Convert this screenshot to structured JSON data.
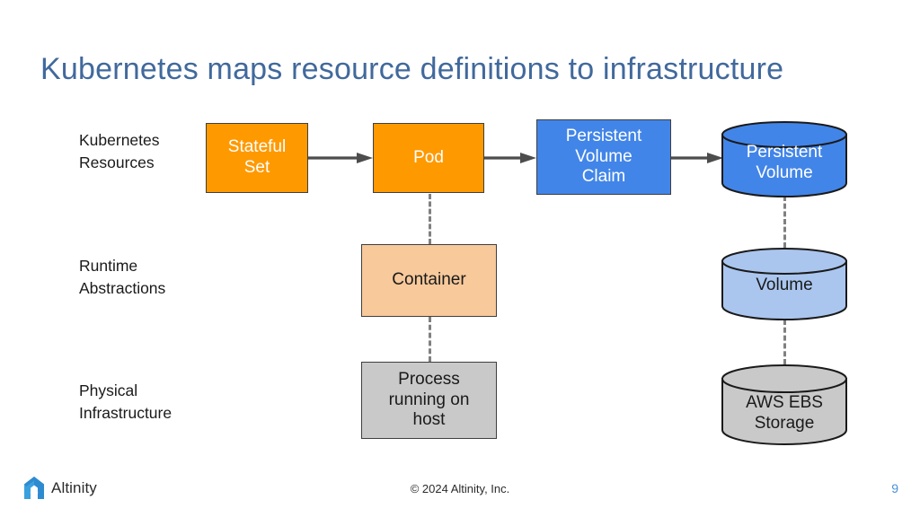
{
  "slide": {
    "title": "Kubernetes maps resource definitions to infrastructure",
    "title_color": "#41699c",
    "background": "#ffffff"
  },
  "row_labels": [
    {
      "text": "Kubernetes\nResources"
    },
    {
      "text": "Runtime\nAbstractions"
    },
    {
      "text": "Physical\nInfrastructure"
    }
  ],
  "nodes": {
    "stateful_set": {
      "label": "Stateful\nSet",
      "fill": "#ff9900",
      "text_color": "#ffffff",
      "shape": "box"
    },
    "pod": {
      "label": "Pod",
      "fill": "#ff9900",
      "text_color": "#ffffff",
      "shape": "box"
    },
    "pvc": {
      "label": "Persistent\nVolume\nClaim",
      "fill": "#4285e8",
      "text_color": "#ffffff",
      "shape": "box"
    },
    "persistent_volume": {
      "label": "Persistent\nVolume",
      "fill": "#4285e8",
      "text_color": "#ffffff",
      "shape": "cylinder"
    },
    "container": {
      "label": "Container",
      "fill": "#f7c99b",
      "text_color": "#1a1a1a",
      "shape": "box"
    },
    "volume": {
      "label": "Volume",
      "fill": "#aac6ef",
      "text_color": "#1a1a1a",
      "shape": "cylinder"
    },
    "process": {
      "label": "Process\nrunning on\nhost",
      "fill": "#c9c9c9",
      "text_color": "#1a1a1a",
      "shape": "box"
    },
    "aws_ebs": {
      "label": "AWS EBS\nStorage",
      "fill": "#c9c9c9",
      "text_color": "#1a1a1a",
      "shape": "cylinder"
    }
  },
  "connectors": {
    "arrow_color": "#4d4d4d",
    "dashed_color": "#808080",
    "arrows": [
      {
        "from": "stateful_set",
        "to": "pod"
      },
      {
        "from": "pod",
        "to": "pvc"
      },
      {
        "from": "pvc",
        "to": "persistent_volume"
      }
    ],
    "dashed": [
      {
        "from": "pod",
        "to": "container"
      },
      {
        "from": "container",
        "to": "process"
      },
      {
        "from": "persistent_volume",
        "to": "volume"
      },
      {
        "from": "volume",
        "to": "aws_ebs"
      }
    ]
  },
  "footer": {
    "logo_text": "Altinity",
    "copyright": "© 2024 Altinity, Inc.",
    "page_number": "9",
    "page_number_color": "#4a90d9"
  }
}
